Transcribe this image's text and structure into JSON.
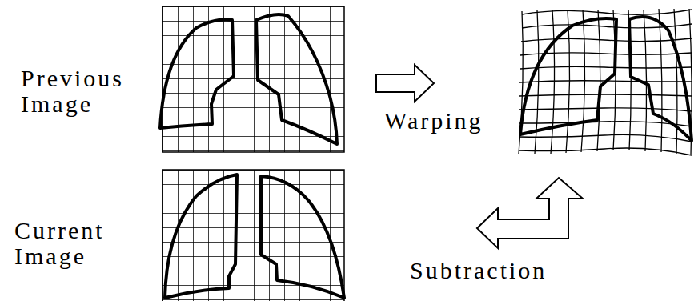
{
  "diagram": {
    "labels": [
      "Previous Image",
      "Warping",
      "Current Image",
      "Subtraction"
    ]
  }
}
